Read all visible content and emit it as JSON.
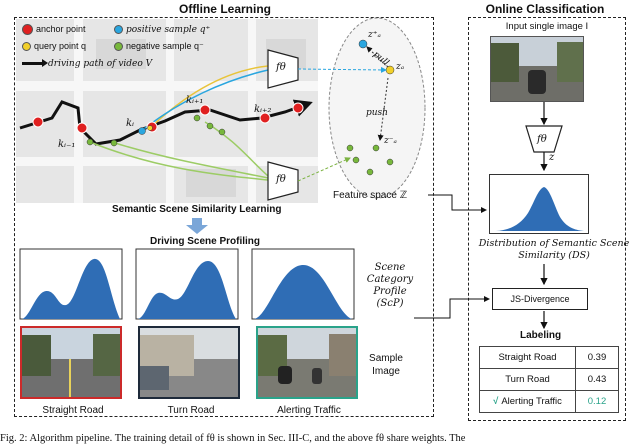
{
  "offline": {
    "title": "Offline Learning",
    "legend": {
      "anchor": "anchor  point",
      "positive": "positive sample q⁺",
      "query": "query point q",
      "negative": "negative sample q⁻",
      "path": "driving path of video V"
    },
    "nodes": {
      "k_prev": "kᵢ₋₁",
      "k_i": "kᵢ",
      "k_next": "kᵢ₊₁",
      "k_next2": "kᵢ₊₂"
    },
    "f_label": "fθ",
    "feature_space": {
      "zq_plus": "z⁺ₐ",
      "zq": "zₐ",
      "zq_minus": "z⁻ₐ",
      "pull": "pull",
      "push": "push"
    },
    "feature_space_label": "Feature space ℤ",
    "semantic_title": "Semantic Scene Similarity Learning",
    "profiling_title": "Driving Scene Profiling",
    "profile_label": "Scene Category Profile (ScP)",
    "sample_label": "Sample Image",
    "categories": [
      "Straight Road",
      "Turn Road",
      "Alerting Traffic"
    ],
    "category_colors": [
      "#cc2a2a",
      "#1e2a3a",
      "#2aa38a"
    ]
  },
  "online": {
    "title": "Online Classification",
    "input_label": "Input single image I",
    "f_label": "fθ",
    "z_label": "z",
    "dist_label": "Distribution of Semantic Scene Similarity (DS)",
    "js_label": "JS-Divergence",
    "labeling_title": "Labeling",
    "rows": [
      {
        "name": "Straight Road",
        "score": "0.39"
      },
      {
        "name": "Turn Road",
        "score": "0.43"
      },
      {
        "check": "√",
        "name": "Alerting Traffic",
        "score": "0.12"
      }
    ]
  },
  "caption": "Fig. 2: Algorithm pipeline. The training detail of fθ is shown in Sec. III-C, and the above fθ share weights. The",
  "colors": {
    "anchor": "#e02020",
    "positive": "#2aa6df",
    "query": "#f2d02a",
    "negative": "#78b83c",
    "profile": "#2f6db5",
    "path": "#111111"
  }
}
